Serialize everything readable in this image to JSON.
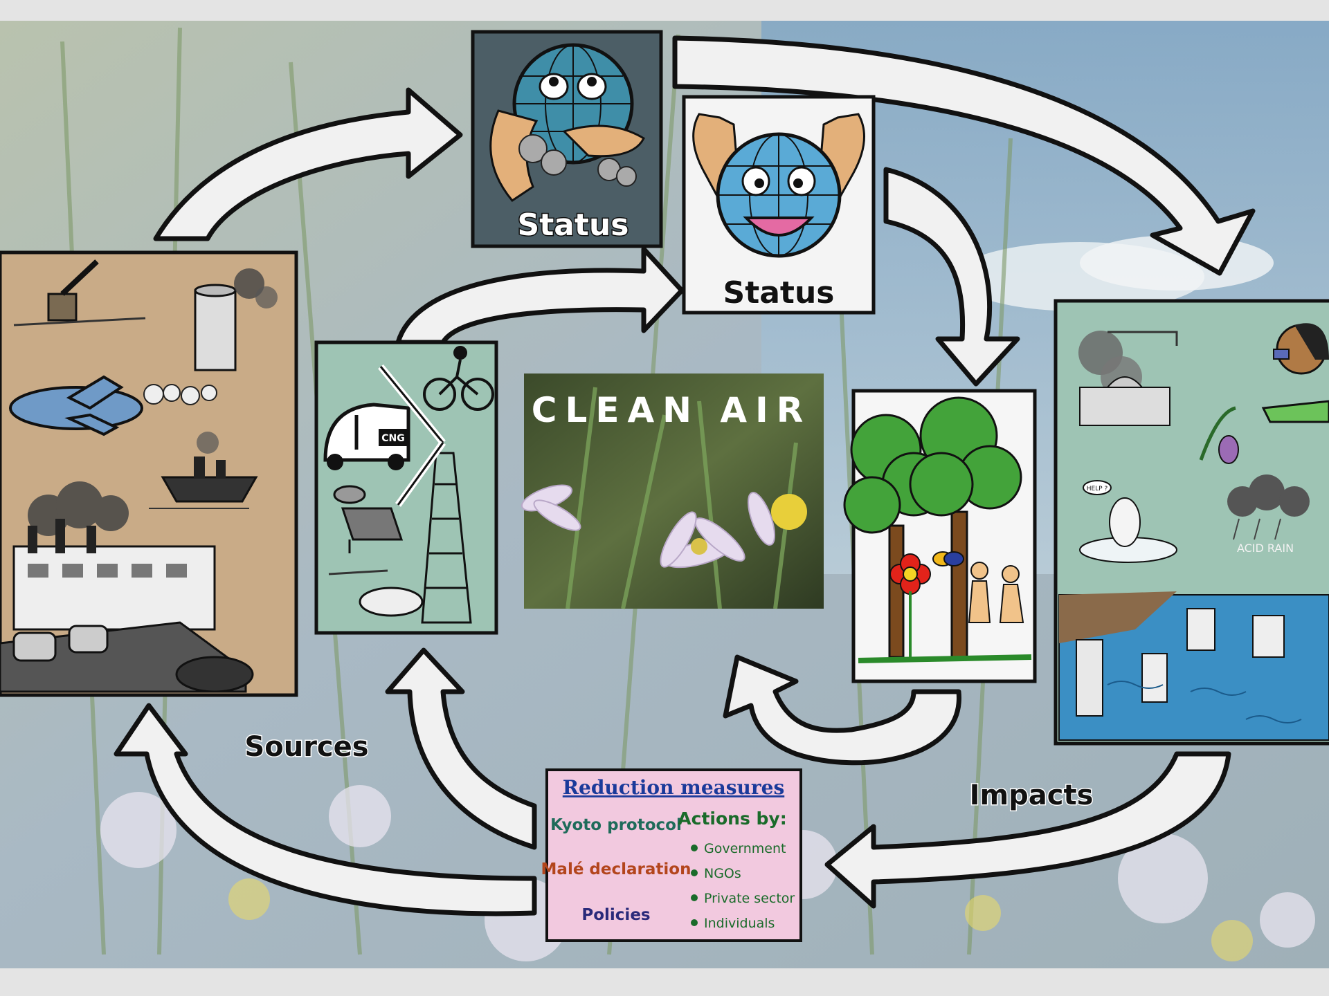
{
  "labels": {
    "status_left": "Status",
    "status_right": "Status",
    "clean_air": "CLEAN AIR",
    "cng": "CNG",
    "help": "HELP ?",
    "acid_rain": "ACID RAIN",
    "sources": "Sources",
    "impacts": "Impacts"
  },
  "reduction": {
    "title": "Reduction measures",
    "left_items": [
      "Kyoto protocol",
      "Malé declaration",
      "Policies"
    ],
    "actions_title": "Actions by:",
    "actions": [
      "Government",
      "NGOs",
      "Private sector",
      "Individuals"
    ]
  },
  "colors": {
    "sky": "#8fb3cf",
    "panel_green": "#9ec4b4",
    "panel_tan": "#c8aa85",
    "status_dark": "#4c5e66",
    "reduction_bg": "#f2c9df",
    "reduction_title": "#1a3a9a",
    "kyoto": "#1f6b5a",
    "male": "#b3451c",
    "policies": "#2a2a7a",
    "actions": "#1a6b2a"
  }
}
